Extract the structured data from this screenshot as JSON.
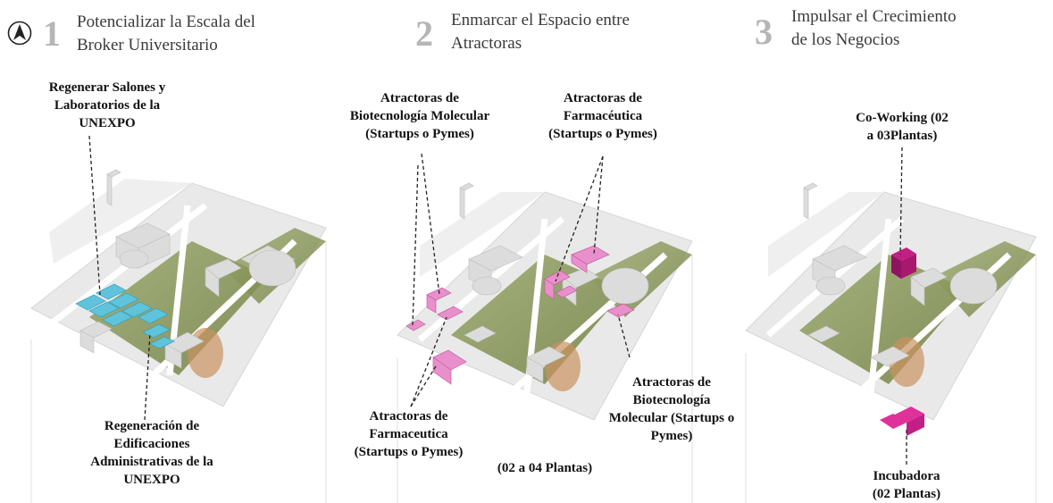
{
  "steps": [
    {
      "number": "1",
      "title_lines": [
        "Potencializar la Escala del",
        "Broker Universitario"
      ]
    },
    {
      "number": "2",
      "title_lines": [
        "Enmarcar el Espacio entre",
        "Atractoras"
      ]
    },
    {
      "number": "3",
      "title_lines": [
        "Impulsar el Crecimiento",
        "de los Negocios"
      ]
    }
  ],
  "labels": {
    "p1_top": [
      "Regenerar Salones y",
      "Laboratorios de la",
      "UNEXPO"
    ],
    "p1_bottom": [
      "Regeneración de",
      "Edificaciones",
      "Administrativas de la",
      "UNEXPO"
    ],
    "p2_top_left": [
      "Atractoras de",
      "Biotecnología Molecular",
      "(Startups o Pymes)"
    ],
    "p2_top_right": [
      "Atractoras de",
      "Farmacéutica",
      "(Startups o Pymes)"
    ],
    "p2_bottom_left": [
      "Atractoras de",
      "Farmaceutica",
      "(Startups o Pymes)"
    ],
    "p2_bottom_right": [
      "Atractoras de",
      "Biotecnología",
      "Molecular (Startups o",
      "Pymes)"
    ],
    "p2_bottom_center": [
      "(02 a 04 Plantas)"
    ],
    "p3_top": [
      "Co-Working  (02",
      "a 03Plantas)"
    ],
    "p3_bottom": [
      "Incubadora",
      "(02 Plantas)"
    ]
  },
  "icons": {
    "north": "north-arrow-icon"
  },
  "colors": {
    "highlight_cyan": "#5fc3dc",
    "highlight_pink": "#e98fcb",
    "highlight_magenta": "#c21f86",
    "step_number": "#b5b5b5"
  }
}
